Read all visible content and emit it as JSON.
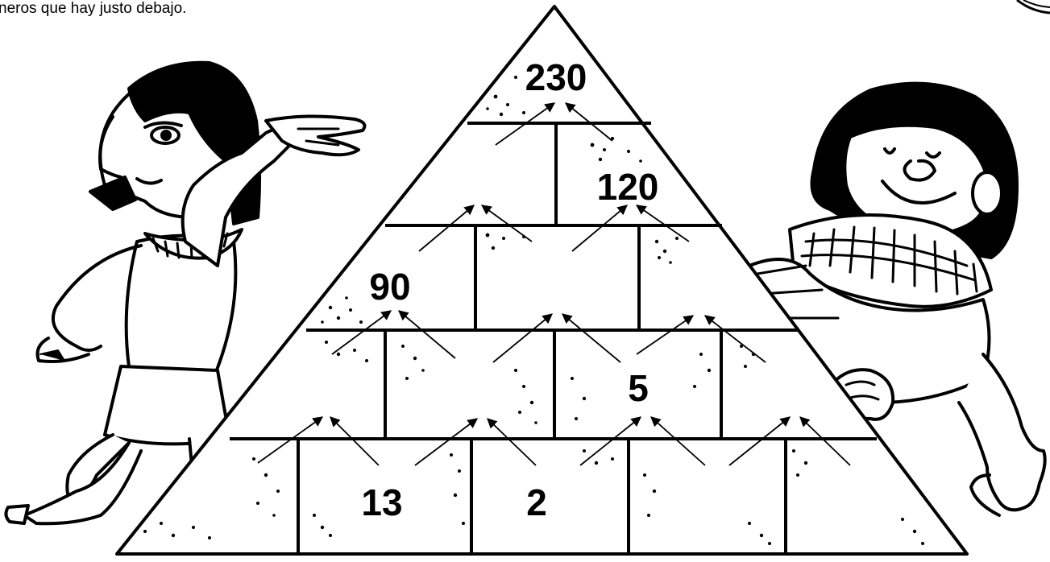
{
  "instruction": "neros que hay justo debajo.",
  "colors": {
    "ink": "#000000",
    "paper": "#ffffff"
  },
  "pyramid": {
    "rows": [
      {
        "cells": [
          "230"
        ]
      },
      {
        "cells": [
          "",
          "120"
        ]
      },
      {
        "cells": [
          "90",
          "",
          ""
        ]
      },
      {
        "cells": [
          "",
          "",
          "5",
          ""
        ]
      },
      {
        "cells": [
          "",
          "13",
          "2",
          "",
          ""
        ]
      }
    ]
  },
  "figures": {
    "left": "egyptian-man-icon",
    "right": "smiling-egyptian-boy-icon",
    "corner": "corner-decoration-icon"
  }
}
